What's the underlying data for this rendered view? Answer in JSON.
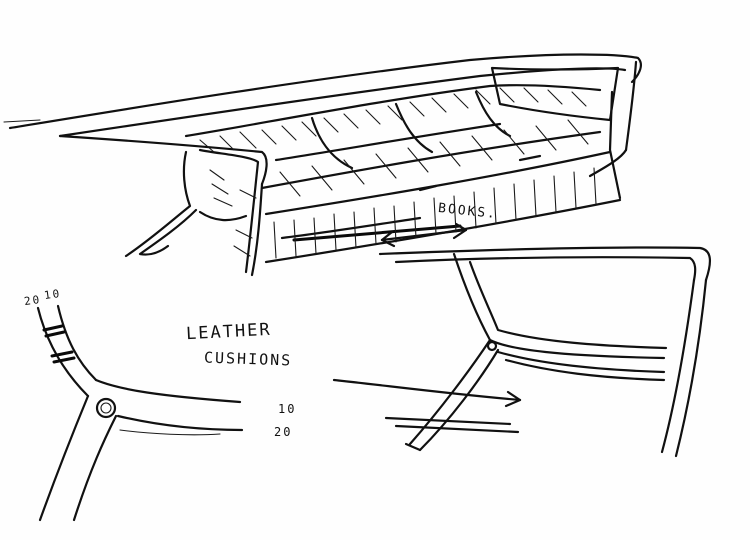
{
  "annotations": {
    "books": "BOOKS.",
    "leather": "LEATHER",
    "cushions": "CUSHIONS",
    "dim_a": "20",
    "dim_b": "10",
    "dim_c": "10",
    "dim_d": "20"
  }
}
